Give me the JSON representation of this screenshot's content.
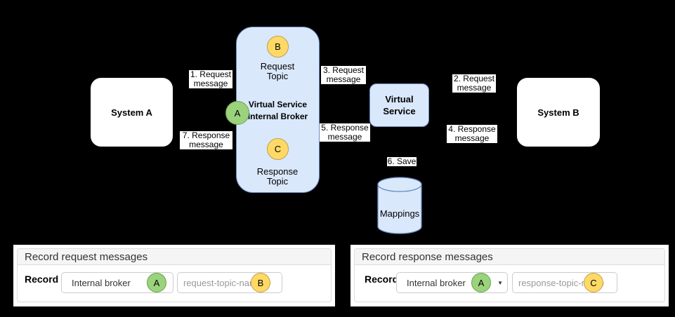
{
  "diagram": {
    "system_a": "System A",
    "system_b": "System B",
    "virtual_service": "Virtual\nService",
    "broker_title": "Virtual Service\nInternal Broker",
    "request_topic": "Request\nTopic",
    "response_topic": "Response\nTopic",
    "mappings": "Mappings",
    "badge_a": "A",
    "badge_b": "B",
    "badge_c": "C",
    "flow_labels": {
      "step1": "1. Request\nmessage",
      "step2": "2. Request\nmessage",
      "step3": "3. Request\nmessage",
      "step4": "4. Response\nmessage",
      "step5": "5. Response\nmessage",
      "step6": "6. Save",
      "step7": "7. Response\nmessage"
    },
    "colors": {
      "node_fill": "#dae8fc",
      "node_stroke": "#6c8ebf",
      "topic_badge_fill": "#ffd966",
      "topic_badge_stroke": "#bfa04d",
      "broker_badge_fill": "#9bd27c",
      "broker_badge_stroke": "#6aa24e"
    }
  },
  "record_request_panel": {
    "title": "Record request messages",
    "record_label": "Record",
    "broker_select": {
      "value": "Internal broker",
      "badge": "A"
    },
    "topic_input": {
      "placeholder": "request-topic-name",
      "badge": "B"
    }
  },
  "record_response_panel": {
    "title": "Record response messages",
    "record_label": "Record",
    "broker_select": {
      "value": "Internal broker",
      "badge": "A",
      "caret": "▼"
    },
    "topic_input": {
      "placeholder": "response-topic-name",
      "badge": "C"
    }
  }
}
